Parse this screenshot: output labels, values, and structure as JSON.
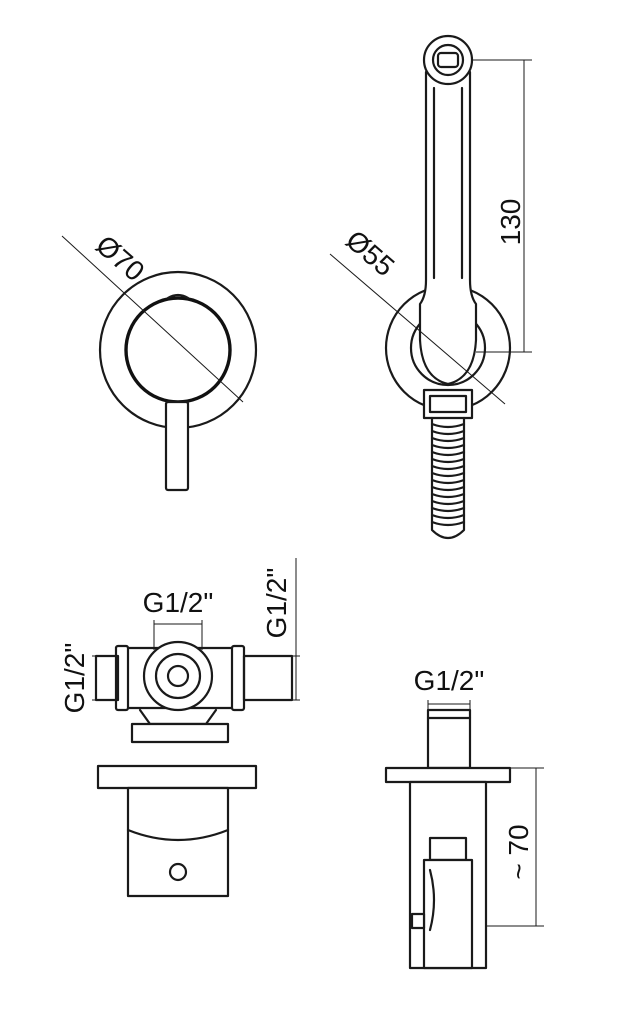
{
  "labels": {
    "valve_diameter": "Ø70",
    "holder_diameter": "Ø55",
    "shower_length": "130",
    "outlet_top": "G1/2\"",
    "outlet_right": "G1/2\"",
    "outlet_left": "G1/2\"",
    "holder_thread": "G1/2\"",
    "holder_depth": "~ 70"
  }
}
